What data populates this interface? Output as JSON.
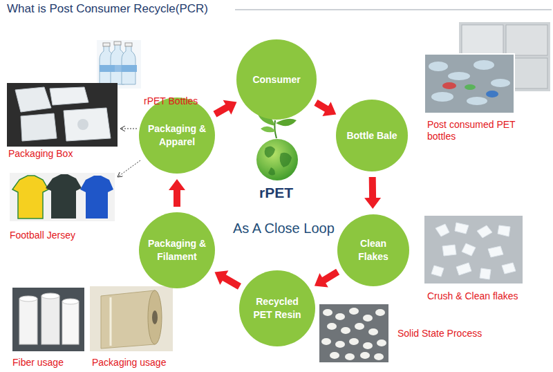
{
  "diagram": {
    "title": "What is Post Consumer Recycle(PCR)",
    "nodes": [
      {
        "text": [
          "Consumer"
        ]
      },
      {
        "text": [
          "Bottle Bale"
        ]
      },
      {
        "text": [
          "Clean Flakes"
        ]
      },
      {
        "text": [
          "Recycled PET Resin"
        ]
      },
      {
        "text": [
          "Packaging & Filament"
        ]
      },
      {
        "text": [
          "Packaging & Apparel"
        ]
      }
    ],
    "edges": [
      {
        "from": 0,
        "to": 1,
        "arrow": "to"
      },
      {
        "from": 1,
        "to": 2,
        "arrow": "to"
      },
      {
        "from": 2,
        "to": 3,
        "arrow": "to"
      },
      {
        "from": 3,
        "to": 4,
        "arrow": "to"
      },
      {
        "from": 4,
        "to": 5,
        "arrow": "to"
      },
      {
        "from": 5,
        "to": 0,
        "arrow": "to"
      }
    ],
    "labels": [
      "rPET",
      "As A Close Loop",
      "rPET Bottles",
      "Packaging Box",
      "Football Jersey",
      "Fiber usage",
      "Packaging usage",
      "Post consumed PET bottles",
      "Crush & Clean flakes",
      "Solid State Process"
    ]
  }
}
